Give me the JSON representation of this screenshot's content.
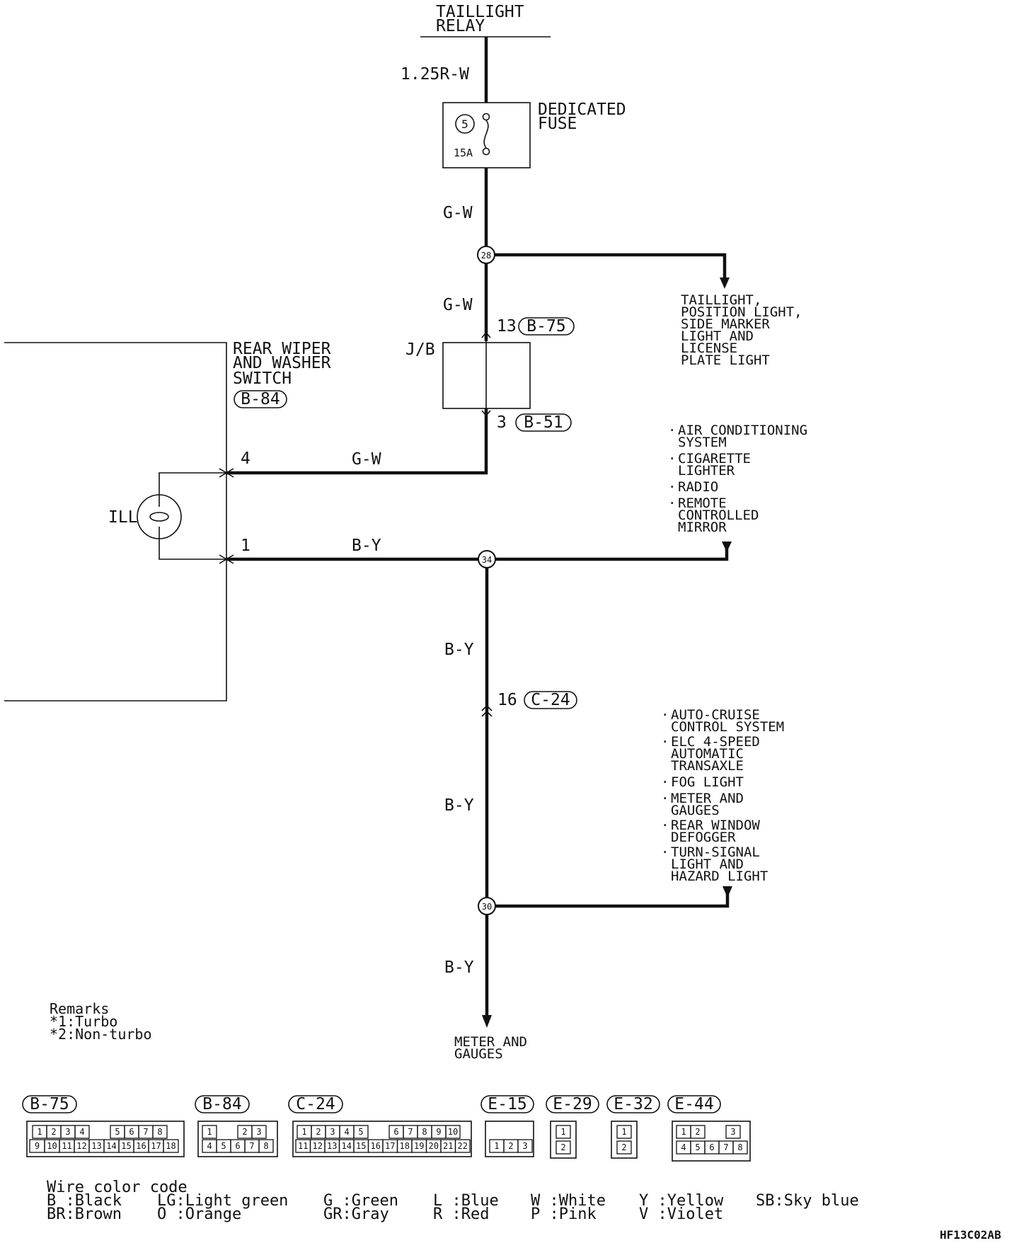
{
  "relay": {
    "line1": "TAILLIGHT",
    "line2": "RELAY"
  },
  "wires": {
    "top": "1.25R-W",
    "gw1": "G-W",
    "gw2": "G-W",
    "gw3": "G-W",
    "by1": "B-Y",
    "by2": "B-Y",
    "by3": "B-Y",
    "by4": "B-Y"
  },
  "fuse": {
    "title1": "DEDICATED",
    "title2": "FUSE",
    "number": "5",
    "rating": "15A"
  },
  "splices": {
    "s28": "28",
    "s34": "34",
    "s30": "30"
  },
  "taillight_dest": [
    "TAILLIGHT,",
    "POSITION LIGHT,",
    "SIDE MARKER",
    "LIGHT AND",
    "LICENSE",
    "PLATE LIGHT"
  ],
  "jb": {
    "label": "J/B",
    "pin_top": "13",
    "conn_top": "B-75",
    "pin_bottom": "3",
    "conn_bottom": "B-51"
  },
  "switch": {
    "line1": "REAR WIPER",
    "line2": "AND WASHER",
    "line3": "SWITCH",
    "conn": "B-84",
    "ill": "ILL",
    "pin4": "4",
    "pin1": "1"
  },
  "ac_dest": [
    "AIR CONDITIONING",
    "SYSTEM",
    "CIGARETTE",
    "LIGHTER",
    "RADIO",
    "REMOTE",
    "CONTROLLED",
    "MIRROR"
  ],
  "c24": {
    "pin": "16",
    "conn": "C-24"
  },
  "cruise_dest": [
    "AUTO-CRUISE",
    "CONTROL SYSTEM",
    "ELC 4-SPEED",
    "AUTOMATIC",
    "TRANSAXLE",
    "FOG LIGHT",
    "METER AND",
    "GAUGES",
    "REAR WINDOW",
    "DEFOGGER",
    "TURN-SIGNAL",
    "LIGHT AND",
    "HAZARD LIGHT"
  ],
  "meter_dest": [
    "METER AND",
    "GAUGES"
  ],
  "remarks": [
    "Remarks",
    "*1:Turbo",
    "*2:Non-turbo"
  ],
  "connectors": {
    "b75": {
      "name": "B-75",
      "top": [
        "1",
        "2",
        "3",
        "4",
        "5",
        "6",
        "7",
        "8"
      ],
      "bottom": [
        "9",
        "10",
        "11",
        "12",
        "13",
        "14",
        "15",
        "16",
        "17",
        "18"
      ]
    },
    "b84": {
      "name": "B-84",
      "top": [
        "1",
        "2",
        "3"
      ],
      "bottom": [
        "4",
        "5",
        "6",
        "7",
        "8"
      ]
    },
    "c24": {
      "name": "C-24",
      "top": [
        "1",
        "2",
        "3",
        "4",
        "5",
        "6",
        "7",
        "8",
        "9",
        "10"
      ],
      "bottom": [
        "11",
        "12",
        "13",
        "14",
        "15",
        "16",
        "17",
        "18",
        "19",
        "20",
        "21",
        "22"
      ]
    },
    "e15": {
      "name": "E-15",
      "bottom": [
        "1",
        "2",
        "3"
      ]
    },
    "e29": {
      "name": "E-29",
      "pins": [
        "1",
        "2"
      ]
    },
    "e32": {
      "name": "E-32",
      "pins": [
        "1",
        "2"
      ]
    },
    "e44": {
      "name": "E-44",
      "top": [
        "1",
        "2",
        "3"
      ],
      "bottom": [
        "4",
        "5",
        "6",
        "7",
        "8"
      ]
    }
  },
  "wire_color_code": {
    "title": "Wire color code",
    "row1": [
      "B :Black",
      "LG:Light green",
      "G :Green",
      "L :Blue",
      "W :White",
      "Y :Yellow",
      "SB:Sky blue"
    ],
    "row2": [
      "BR:Brown",
      "O :Orange",
      "GR:Gray",
      "R :Red",
      "P :Pink",
      "V :Violet"
    ]
  },
  "figure_code": "HF13C02AB"
}
